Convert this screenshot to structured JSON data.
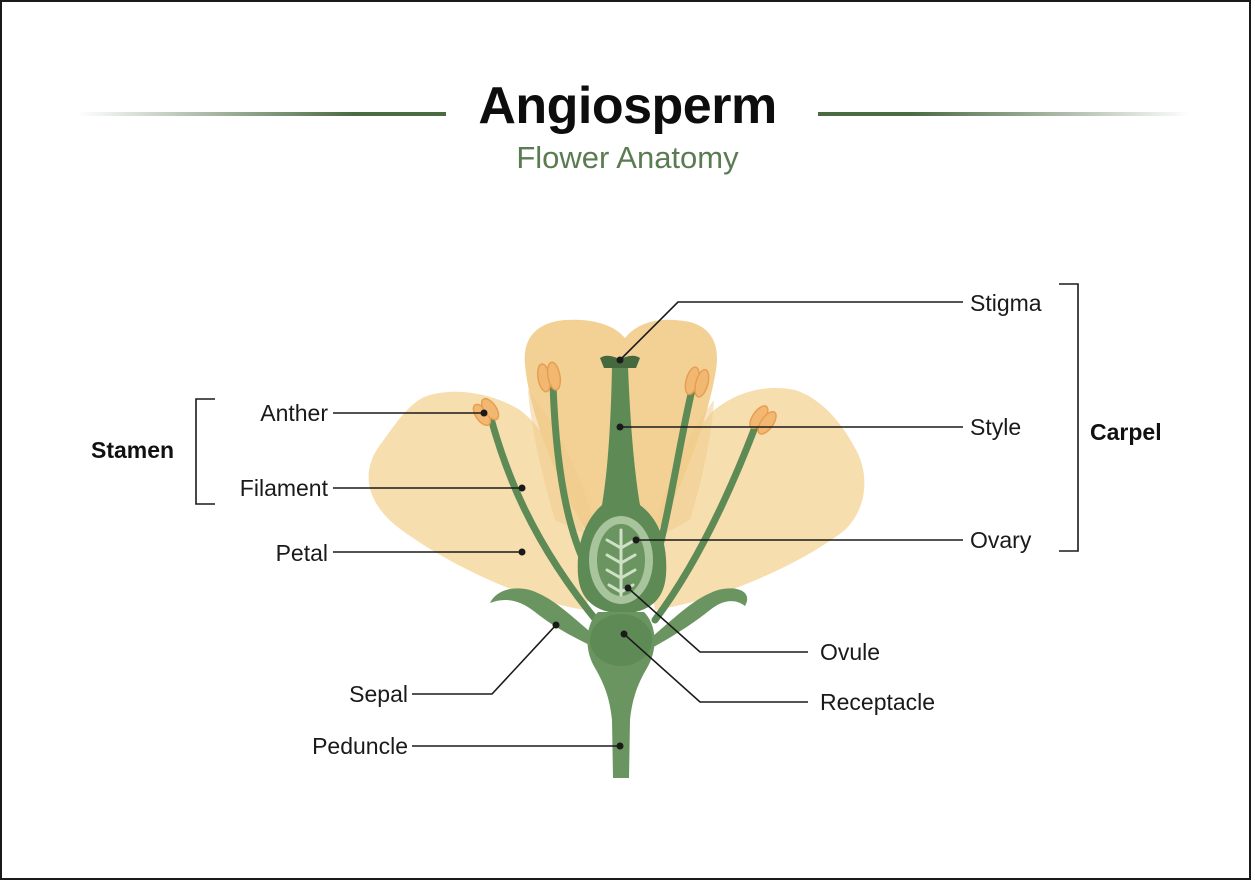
{
  "header": {
    "title": "Angiosperm",
    "subtitle": "Flower Anatomy"
  },
  "groups": {
    "stamen": "Stamen",
    "carpel": "Carpel"
  },
  "labels": {
    "anther": "Anther",
    "filament": "Filament",
    "petal": "Petal",
    "sepal": "Sepal",
    "peduncle": "Peduncle",
    "stigma": "Stigma",
    "style": "Style",
    "ovary": "Ovary",
    "ovule": "Ovule",
    "receptacle": "Receptacle"
  },
  "colors": {
    "petal": "#f7dcaa",
    "petal_back": "#f3cf92",
    "stem_green": "#5e8a56",
    "dark_green": "#45683f",
    "anther": "#f2b872",
    "title_accent": "#5b7c52"
  }
}
